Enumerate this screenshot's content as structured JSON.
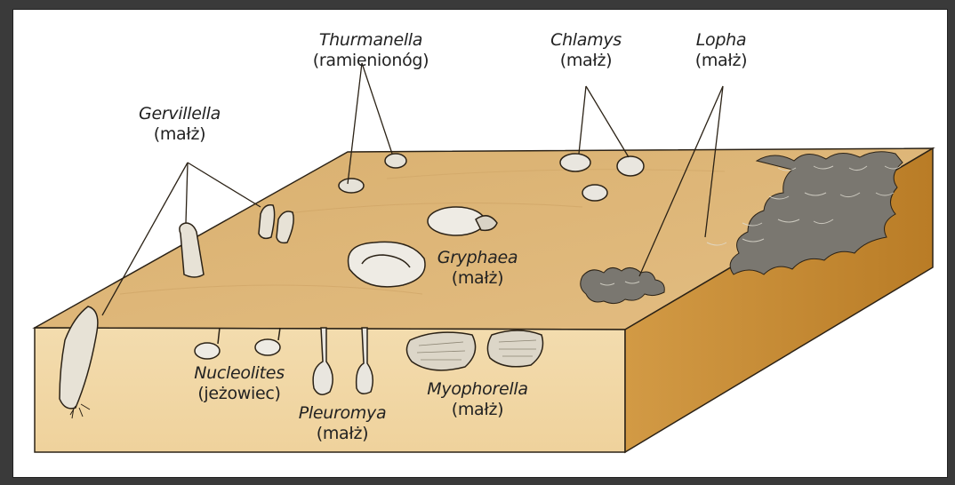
{
  "labels": {
    "gervillella": {
      "genus": "Gervillella",
      "group": "(małż)"
    },
    "thurmanella": {
      "genus": "Thurmanella",
      "group": "(ramienionóg)"
    },
    "chlamys": {
      "genus": "Chlamys",
      "group": "(małż)"
    },
    "lopha": {
      "genus": "Lopha",
      "group": "(małż)"
    },
    "gryphaea": {
      "genus": "Gryphaea",
      "group": "(małż)"
    },
    "nucleolites": {
      "genus": "Nucleolites",
      "group": "(jeżowiec)"
    },
    "pleuromya": {
      "genus": "Pleuromya",
      "group": "(małż)"
    },
    "myophorella": {
      "genus": "Myophorella",
      "group": "(małż)"
    }
  },
  "colors": {
    "sediment_top": "#dcb278",
    "sediment_front": "#f1d6a2",
    "sediment_side": "#c98f38",
    "outline": "#2b2216",
    "shell": "#e9e6df",
    "oyster_bed": "#6b6b66"
  }
}
